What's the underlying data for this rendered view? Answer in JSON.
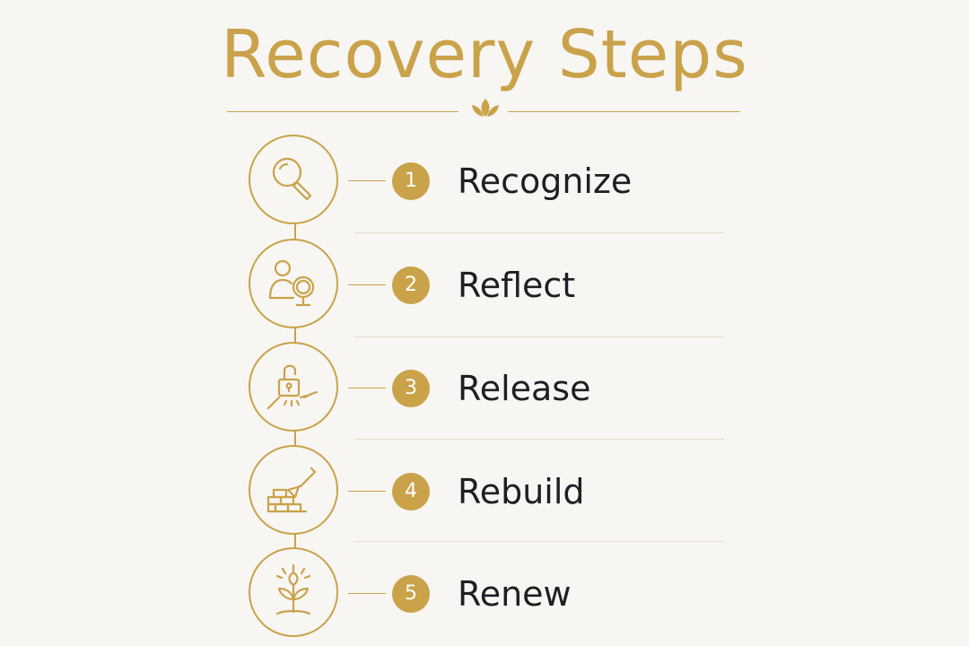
{
  "title": "Recovery Steps",
  "colors": {
    "accent": "#c9a24a",
    "text": "#1e1e24",
    "background": "#f8f6f3",
    "separator": "#e9ddc8"
  },
  "steps": [
    {
      "number": "1",
      "label": "Recognize",
      "icon": "magnifying-glass-icon"
    },
    {
      "number": "2",
      "label": "Reflect",
      "icon": "person-mirror-icon"
    },
    {
      "number": "3",
      "label": "Release",
      "icon": "broken-chain-lock-icon"
    },
    {
      "number": "4",
      "label": "Rebuild",
      "icon": "trowel-bricks-icon"
    },
    {
      "number": "5",
      "label": "Renew",
      "icon": "sprout-icon"
    }
  ]
}
